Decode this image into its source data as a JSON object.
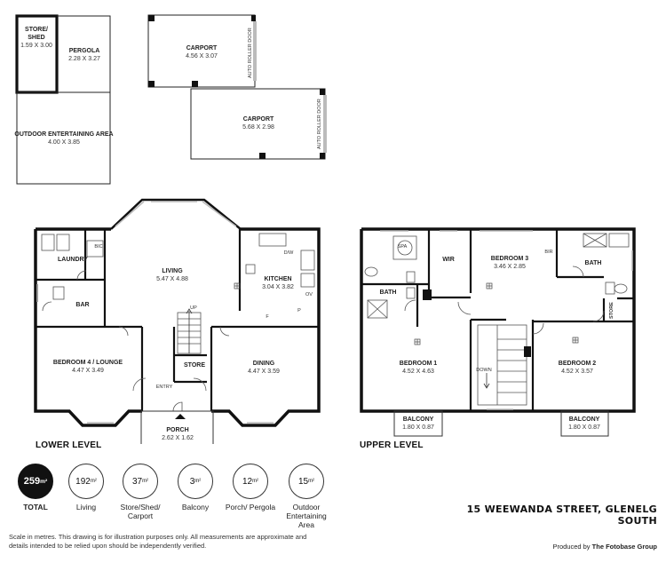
{
  "rooms": {
    "store_shed": {
      "name_line1": "STORE/",
      "name_line2": "SHED",
      "dims": "1.59 X 3.00"
    },
    "pergola": {
      "name": "PERGOLA",
      "dims": "2.28 X 3.27"
    },
    "outdoor": {
      "name": "OUTDOOR ENTERTAINING AREA",
      "dims": "4.00 X 3.85"
    },
    "carport1": {
      "name": "CARPORT",
      "dims": "4.56 X 3.07"
    },
    "carport2": {
      "name": "CARPORT",
      "dims": "5.68 X 2.98"
    },
    "auto_roller_door": "AUTO ROLLER DOOR",
    "laundry": {
      "name": "LAUNDRY"
    },
    "bic": "BIC",
    "bar": {
      "name": "BAR"
    },
    "living": {
      "name": "LIVING",
      "dims": "5.47 X 4.88"
    },
    "kitchen": {
      "name": "KITCHEN",
      "dims": "3.04 X 3.82"
    },
    "dw": "D/W",
    "ov": "OV",
    "p": "P",
    "f": "F",
    "up": "UP",
    "bed4": {
      "name": "BEDROOM 4 / LOUNGE",
      "dims": "4.47 X 3.49"
    },
    "store": {
      "name": "STORE"
    },
    "dining": {
      "name": "DINING",
      "dims": "4.47 X 3.59"
    },
    "entry": {
      "name": "ENTRY"
    },
    "porch": {
      "name": "PORCH",
      "dims": "2.62 X 1.62"
    },
    "spa": "SPA",
    "wir": {
      "name": "WIR"
    },
    "bath1": {
      "name": "BATH"
    },
    "bed3": {
      "name": "BEDROOM 3",
      "dims": "3.46 X 2.85"
    },
    "bir": "BIR",
    "bath2": {
      "name": "BATH"
    },
    "store_upper": {
      "name": "STORE"
    },
    "bed1": {
      "name": "BEDROOM 1",
      "dims": "4.52 X 4.63"
    },
    "down": "DOWN",
    "bed2": {
      "name": "BEDROOM 2",
      "dims": "4.52 X 3.57"
    },
    "balcony1": {
      "name": "BALCONY",
      "dims": "1.80 X 0.87"
    },
    "balcony2": {
      "name": "BALCONY",
      "dims": "1.80 X 0.87"
    }
  },
  "levels": {
    "lower": "LOWER LEVEL",
    "upper": "UPPER LEVEL"
  },
  "stats": [
    {
      "value": "259",
      "unit": "m²",
      "label": "TOTAL",
      "filled": true
    },
    {
      "value": "192",
      "unit": "m²",
      "label": "Living",
      "filled": false
    },
    {
      "value": "37",
      "unit": "m²",
      "label": "Store/Shed/ Carport",
      "filled": false
    },
    {
      "value": "3",
      "unit": "m²",
      "label": "Balcony",
      "filled": false
    },
    {
      "value": "12",
      "unit": "m²",
      "label": "Porch/ Pergola",
      "filled": false
    },
    {
      "value": "15",
      "unit": "m²",
      "label": "Outdoor Entertaining Area",
      "filled": false
    }
  ],
  "address": "15 WEEWANDA STREET, GLENELG SOUTH",
  "disclaimer": "Scale in metres. This drawing is for illustration purposes only. All measurements are approximate and details intended to be relied upon should be independently verified.",
  "credit": {
    "prefix": "Produced by",
    "company": "The Fotobase Group"
  }
}
